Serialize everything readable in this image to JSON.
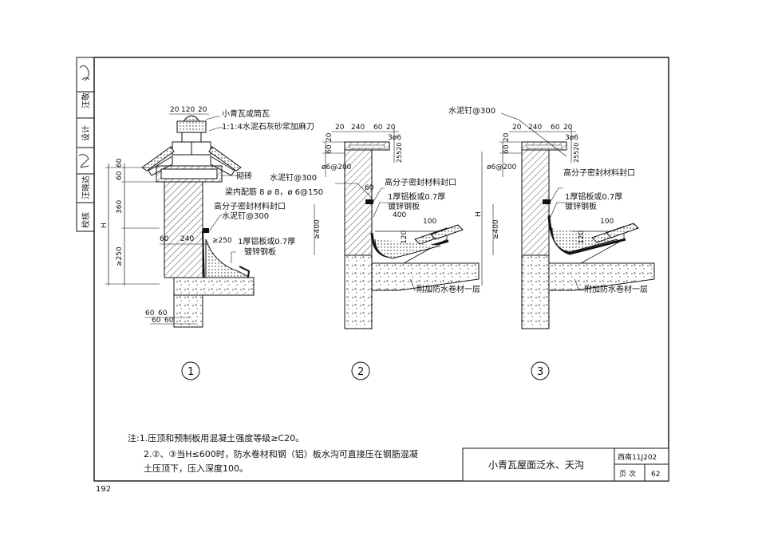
{
  "side_strip": {
    "review_label": "校核",
    "checker": "汪晓达",
    "design_label": "设计",
    "designer": "汪敬"
  },
  "detail1": {
    "dims_top": [
      "20",
      "120",
      "20"
    ],
    "label_tile": "小青瓦或筒瓦",
    "label_mortar": "1:1:4水泥石灰砂浆加麻刀",
    "label_brick": "砌砖",
    "label_rebar": "梁内配筋 8 ø 8，ø 6@150",
    "label_sealant": "高分子密封材料封口",
    "label_nail": "水泥钉@300",
    "label_plate": "1厚铝板或0.7厚",
    "label_plate2": "镀锌钢板",
    "dims_left": [
      "60",
      "60",
      "360",
      "≥250"
    ],
    "dim_H": "H",
    "dims_mid": [
      "60",
      "240",
      "≥250"
    ],
    "dims_bottom": [
      "60",
      "60",
      "60",
      "60"
    ],
    "number": "1"
  },
  "detail2": {
    "dims_top": [
      "20",
      "240",
      "60",
      "20"
    ],
    "dim_bar": "3ø6",
    "dim_vert": "25520",
    "dims_left": [
      "60",
      "20"
    ],
    "dim_spacing": "ø6@200",
    "label_nail": "水泥钉@300",
    "label_sealant": "高分子密封材料封口",
    "label_plate": "1厚铝板或0.7厚",
    "label_plate2": "镀锌钢板",
    "dim_60": "60",
    "dim_400": "≥400",
    "dim_400b": "400",
    "dim_100": "100",
    "dim_120": "120",
    "label_membrane": "附加防水卷材一层",
    "number": "2"
  },
  "detail3": {
    "label_nail": "水泥钉@300",
    "dims_top": [
      "20",
      "240",
      "60",
      "20"
    ],
    "dim_bar": "3ø6",
    "dim_vert": "25520",
    "dims_left": [
      "60",
      "20"
    ],
    "dim_spacing": "ø6@200",
    "label_sealant": "高分子密封材料封口",
    "label_plate": "1厚铝板或0.7厚",
    "label_plate2": "镀锌钢板",
    "dim_H": "H",
    "dim_400": "≥400",
    "dim_100": "100",
    "dim_120": "120",
    "label_membrane": "附加防水卷材一层",
    "number": "3"
  },
  "notes": {
    "line1": "注:1.压顶和预制板用混凝土强度等级≥C20。",
    "line2": "2.②、③当H≤600时，防水卷材和钢（铝）板水沟可直接压在钢筋混凝",
    "line3": "土压顶下，压入深度100。"
  },
  "title_block": {
    "title": "小青瓦屋面泛水、天沟",
    "atlas": "西南11J202",
    "page_label": "页 次",
    "page_no": "62"
  },
  "page_number": "192"
}
